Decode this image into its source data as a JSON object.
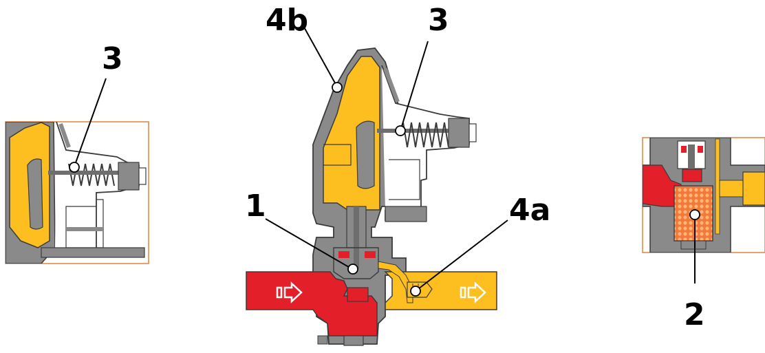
{
  "colors": {
    "body": "#8a8a8a",
    "outline": "#3a3a3a",
    "yellow": "#fdbf20",
    "red": "#e3202a",
    "orange_frame": "#e8813a",
    "filter": "#f07a3a",
    "white": "#ffffff"
  },
  "callouts": {
    "main_4b": "4b",
    "main_3": "3",
    "main_1": "1",
    "main_4a": "4a",
    "left_3": "3",
    "right_2": "2"
  },
  "icons": [
    "flow-arrow-icon",
    "spring-icon",
    "filter-icon"
  ]
}
